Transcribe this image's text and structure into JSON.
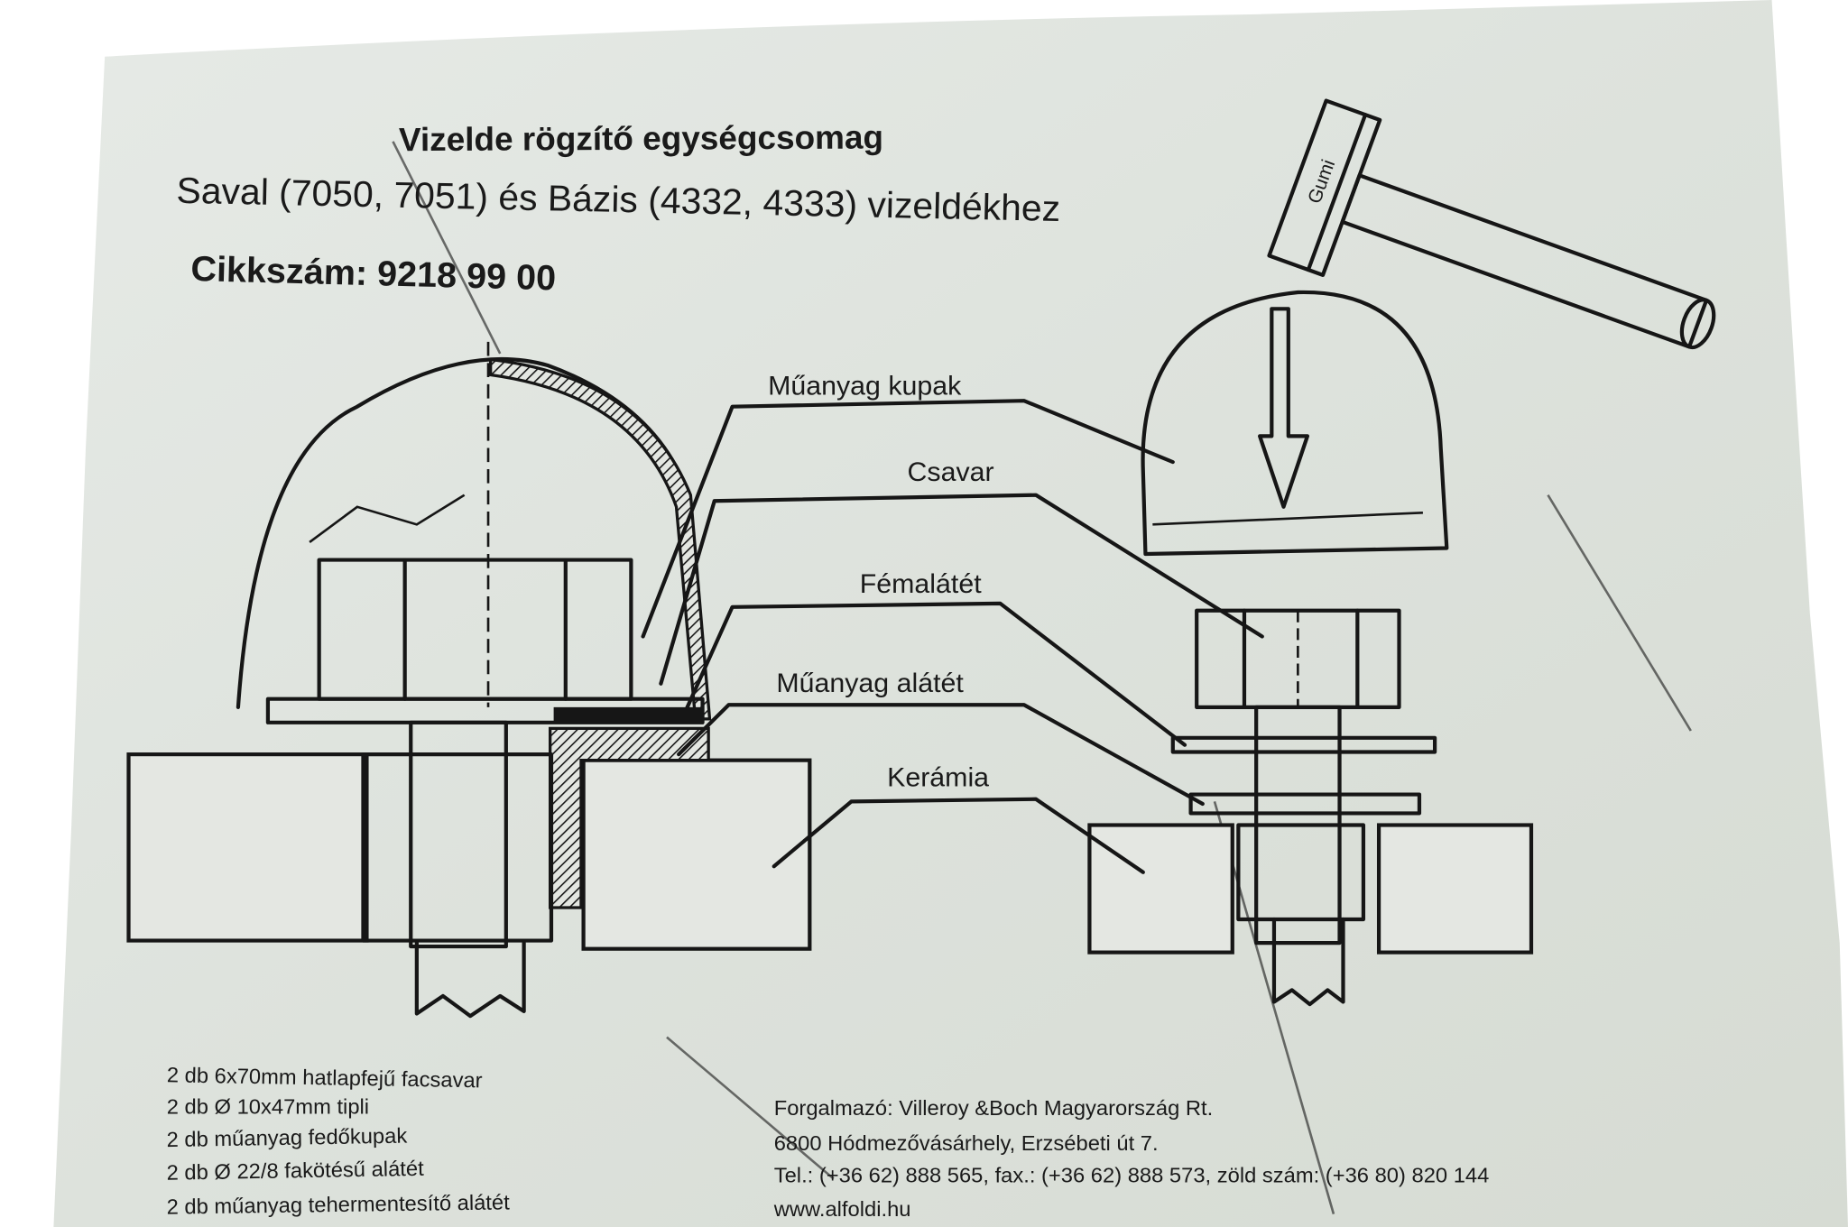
{
  "header": {
    "title": "Vizelde rögzítő egységcsomag",
    "subtitle": "Saval (7050, 7051) és Bázis (4332, 4333) vizeldékhez",
    "article_number": "Cikkszám: 9218 99 00"
  },
  "diagram": {
    "hammer_label": "Gumi",
    "callouts": [
      "Műanyag kupak",
      "Csavar",
      "Fémalátét",
      "Műanyag alátét",
      "Kerámia"
    ]
  },
  "contents": [
    "2 db 6x70mm hatlapfejű facsavar",
    "2 db Ø 10x47mm tipli",
    "2 db műanyag fedőkupak",
    "2 db Ø 22/8 fakötésű alátét",
    "2 db műanyag tehermentesítő alátét"
  ],
  "distributor": {
    "line1": "Forgalmazó: Villeroy &Boch Magyarország Rt.",
    "line2": "6800 Hódmezővásárhely, Erzsébeti út 7.",
    "line3": "Tel.: (+36 62) 888 565, fax.: (+36 62) 888 573, zöld szám: (+36 80) 820 144",
    "website": "www.alfoldi.hu"
  },
  "colors": {
    "paper": "#dfe3dd",
    "ink": "#161616"
  }
}
